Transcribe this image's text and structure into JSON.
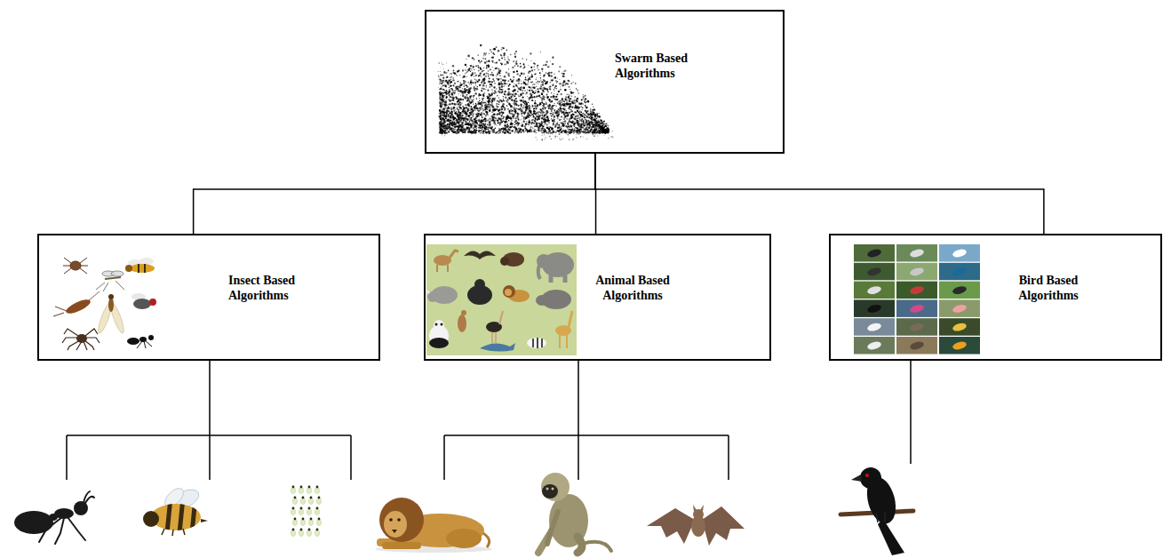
{
  "diagram": {
    "nodes": [
      {
        "text": [
          "Swarm Based Algorithms"
        ]
      },
      {
        "text": [
          "Insect Based Algorithms"
        ]
      },
      {
        "text": [
          "Animal Based Algorithms"
        ]
      },
      {
        "text": [
          "Bird Based Algorithms"
        ]
      }
    ],
    "edges": [
      {
        "from": 0,
        "to": 1,
        "arrow": "none"
      },
      {
        "from": 0,
        "to": 2,
        "arrow": "none"
      },
      {
        "from": 0,
        "to": 3,
        "arrow": "none"
      }
    ]
  }
}
